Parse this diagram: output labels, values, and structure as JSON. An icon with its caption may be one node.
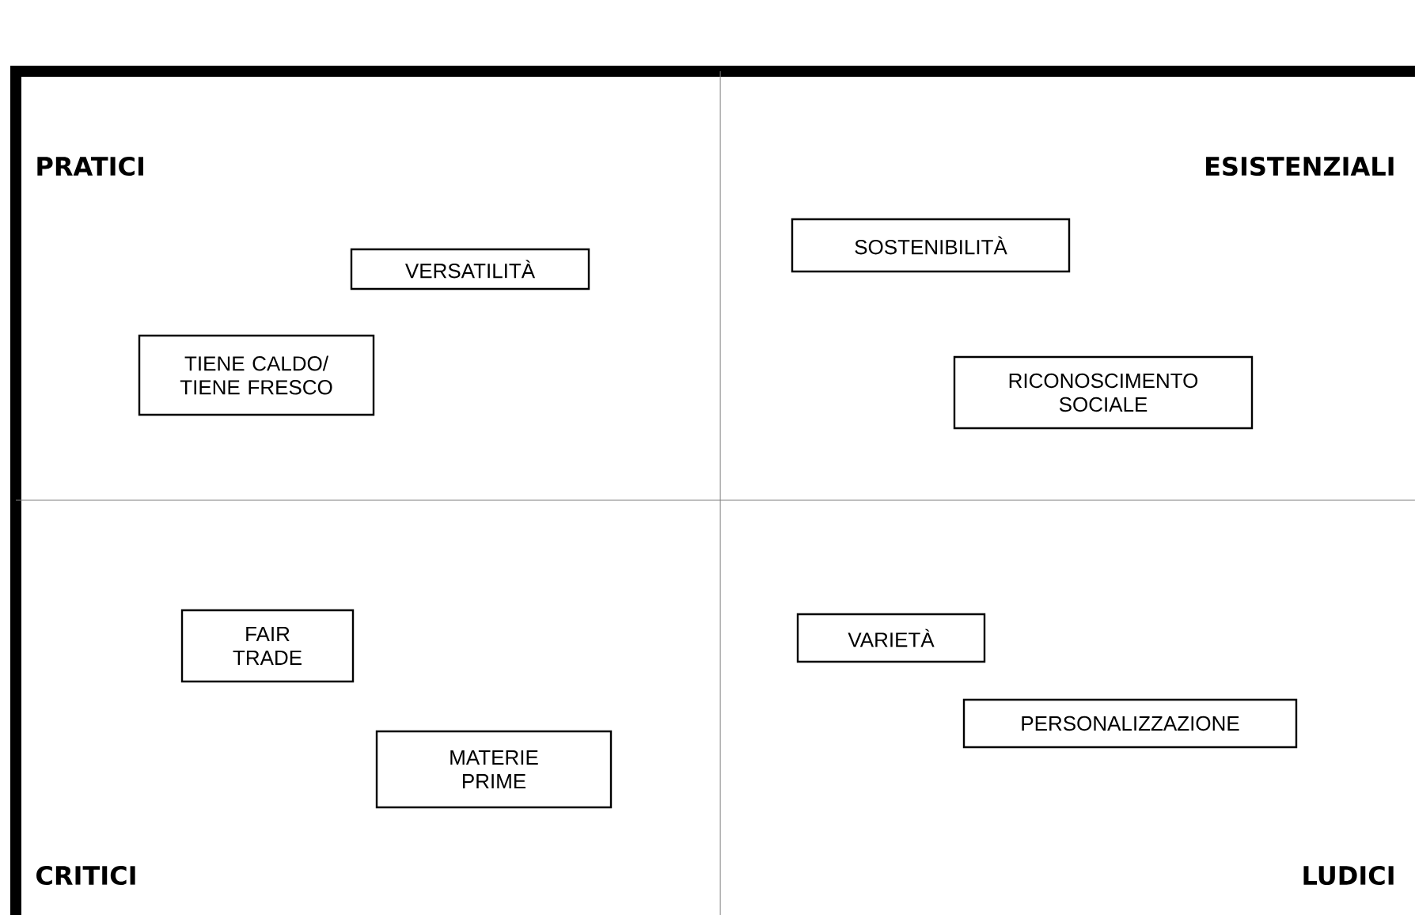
{
  "diagram": {
    "nodes": [
      {
        "text": [
          "VERSATILITÀ"
        ]
      },
      {
        "text": [
          "TIENE CALDO/ TIENE FRESCO"
        ]
      },
      {
        "text": [
          "SOSTENIBILITÀ"
        ]
      },
      {
        "text": [
          "RICONOSCIMENTO SOCIALE"
        ]
      },
      {
        "text": [
          "FAIR TRADE"
        ]
      },
      {
        "text": [
          "MATERIE PRIME"
        ]
      },
      {
        "text": [
          "VARIETÀ"
        ]
      },
      {
        "text": [
          "PERSONALIZZAZIONE"
        ]
      }
    ],
    "labels": [
      "PRATICI",
      "ESISTENZIALI",
      "CRITICI",
      "LUDICI"
    ]
  }
}
